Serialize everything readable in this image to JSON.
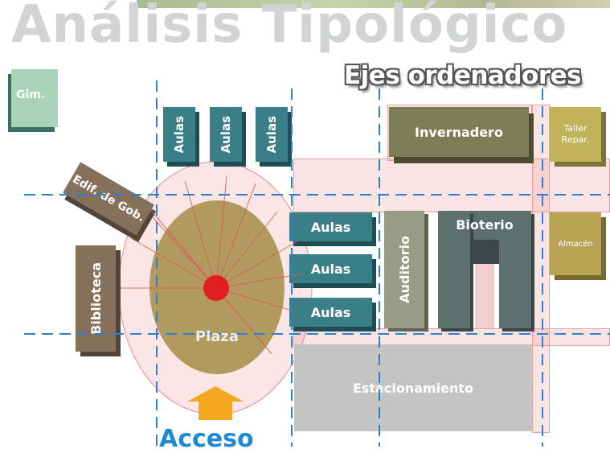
{
  "title": "Análisis Tipológico",
  "subtitle": "Ejes ordenadores",
  "buildings": {
    "gim": "Gim.",
    "aulas_top_1": "Aulas",
    "aulas_top_2": "Aulas",
    "aulas_top_3": "Aulas",
    "edif_gob": "Edif. de Gob.",
    "biblioteca": "Biblioteca",
    "aulas_mid_1": "Aulas",
    "aulas_mid_2": "Aulas",
    "aulas_mid_3": "Aulas",
    "invernadero": "Invernadero",
    "taller": "Taller Repar.",
    "almacen": "Almacén",
    "auditorio": "Auditorio",
    "bioterio": "Bioterio",
    "estacionamiento": "Estacionamiento",
    "plaza": "Plaza"
  },
  "access_label": "Acceso",
  "colors": {
    "axis_blue": "#2f7fd0",
    "access_blue": "#1e8ad6",
    "teal": "#3a7f87",
    "brown": "#85705c",
    "olive": "#7c7d56",
    "plaza": "#b29a5e",
    "focal_red": "#e21e1e",
    "arrow_orange": "#f4a81d",
    "parking_gray": "#c3c3c3"
  }
}
